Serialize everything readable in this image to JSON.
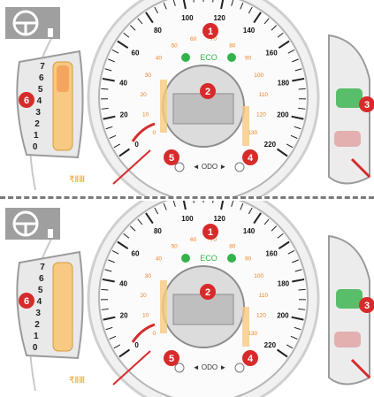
{
  "colors": {
    "callout": "#d72b2b",
    "warning_lamp": "#f2a11a",
    "green_lamp": "#33b34a",
    "scale_orange": "#f07f1e",
    "red_zone": "#d72b2b"
  },
  "icons": [
    "steering-wheel-icon"
  ],
  "panels": [
    {
      "id": "top",
      "callouts": {
        "c1": "1",
        "c2": "2",
        "c3": "3",
        "c4": "4",
        "c5": "5",
        "c6": "6"
      },
      "center_text": "ECO",
      "odo_label": "◄ ODO ►",
      "lamps_left": "₹ⅡⅢ",
      "tach_numbers": [
        "7",
        "6",
        "5",
        "4",
        "3",
        "2",
        "1",
        "0"
      ],
      "speed_outer": [
        "0",
        "20",
        "40",
        "60",
        "80",
        "100",
        "120",
        "140",
        "160",
        "180",
        "200",
        "220"
      ],
      "speed_inner": [
        "0",
        "10",
        "20",
        "30",
        "40",
        "50",
        "60",
        "70",
        "80",
        "90",
        "100",
        "110",
        "120",
        "130"
      ]
    },
    {
      "id": "bottom",
      "callouts": {
        "c1": "1",
        "c2": "2",
        "c3": "3",
        "c4": "4",
        "c5": "5",
        "c6": "6"
      },
      "center_text": "ECO",
      "odo_label": "◄ ODO ►",
      "lamps_left": "₹ⅡⅢ",
      "tach_numbers": [
        "7",
        "6",
        "5",
        "4",
        "3",
        "2",
        "1",
        "0"
      ],
      "speed_outer": [
        "0",
        "20",
        "40",
        "60",
        "80",
        "100",
        "120",
        "140",
        "160",
        "180",
        "200",
        "220"
      ],
      "speed_inner": [
        "0",
        "10",
        "20",
        "30",
        "40",
        "50",
        "60",
        "70",
        "80",
        "90",
        "100",
        "110",
        "120",
        "130"
      ]
    }
  ]
}
